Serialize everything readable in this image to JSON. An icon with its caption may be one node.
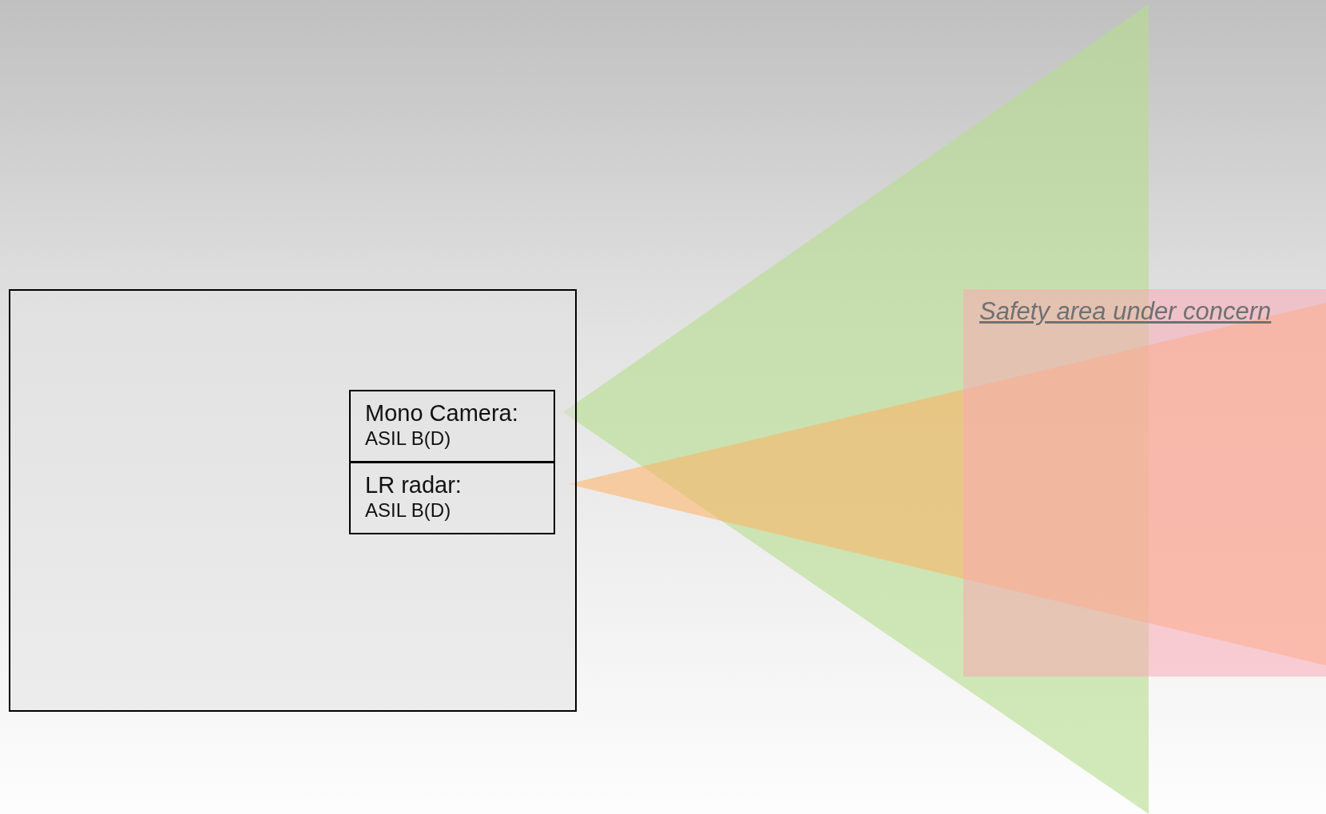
{
  "diagram": {
    "nodes": [
      {
        "text": [],
        "shape": "box"
      },
      {
        "text": [
          "Mono Camera:",
          "ASIL B(D)"
        ],
        "in": 0
      },
      {
        "text": [
          "LR radar:",
          "ASIL B(D)"
        ],
        "in": 0
      },
      {
        "text": [
          "Safety area under concern"
        ]
      }
    ]
  }
}
